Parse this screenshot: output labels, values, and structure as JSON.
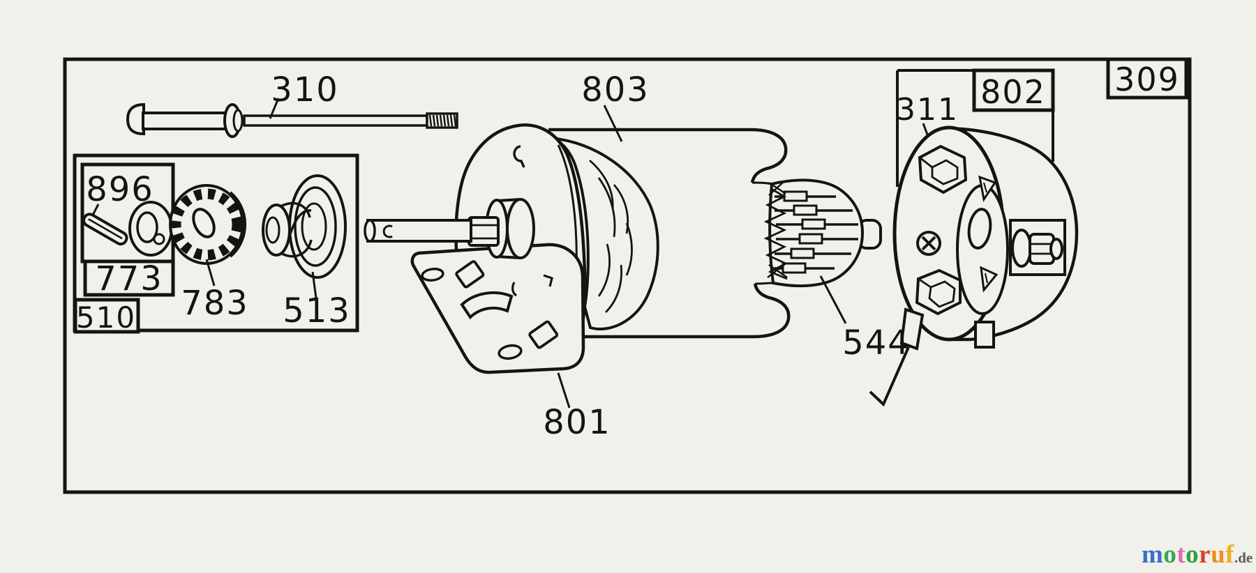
{
  "ink_color": "#141414",
  "labels": {
    "l309": "309",
    "l310": "310",
    "l803": "803",
    "l802": "802",
    "l311": "311",
    "l896": "896",
    "l773": "773",
    "l510": "510",
    "l783": "783",
    "l513": "513",
    "l801": "801",
    "l544": "544"
  },
  "watermark": {
    "letters": [
      {
        "ch": "m",
        "style": "color:#3b6fc9"
      },
      {
        "ch": "o",
        "style": "color:#3aa64b"
      },
      {
        "ch": "t",
        "style": "color:#e86ab0"
      },
      {
        "ch": "o",
        "style": "color:#2f9e44"
      },
      {
        "ch": "r",
        "style": "color:#d9402a"
      },
      {
        "ch": "u",
        "style": "color:#ef8d1f"
      },
      {
        "ch": "f",
        "style": "color:#edb01f"
      }
    ],
    "suffix": ".de",
    "suffix_style": "color:#5a5a5a"
  }
}
